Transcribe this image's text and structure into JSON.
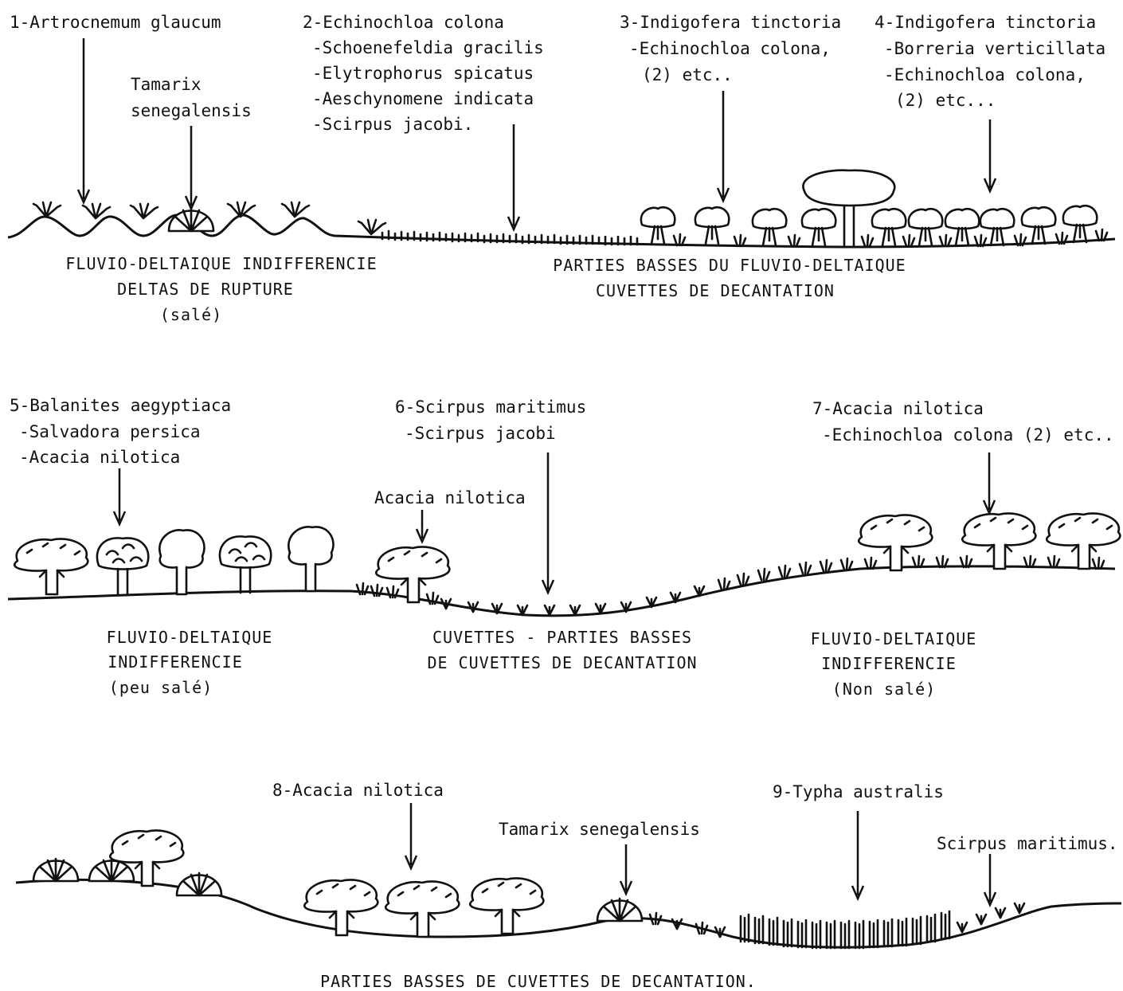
{
  "panel1": {
    "sp1": "1-Artrocnemum glaucum",
    "tamarix_a": "Tamarix",
    "tamarix_b": "senegalensis",
    "sp2": [
      "2-Echinochloa colona",
      "-Schoenefeldia gracilis",
      "-Elytrophorus spicatus",
      "-Aeschynomene indicata",
      "-Scirpus jacobi."
    ],
    "sp3": [
      "3-Indigofera tinctoria",
      "-Echinochloa colona,",
      "(2) etc.."
    ],
    "sp4": [
      "4-Indigofera tinctoria",
      "-Borreria verticillata",
      "-Echinochloa colona,",
      "(2) etc..."
    ],
    "zone_left": [
      "FLUVIO-DELTAIQUE INDIFFERENCIE",
      "DELTAS DE RUPTURE",
      "(salé)"
    ],
    "zone_right": [
      "PARTIES BASSES DU FLUVIO-DELTAIQUE",
      "CUVETTES DE DECANTATION"
    ]
  },
  "panel2": {
    "sp5": [
      "5-Balanites aegyptiaca",
      "-Salvadora persica",
      "-Acacia nilotica"
    ],
    "sp6": [
      "6-Scirpus maritimus",
      "-Scirpus jacobi"
    ],
    "acacia": "Acacia nilotica",
    "sp7": [
      "7-Acacia nilotica",
      "-Echinochloa colona (2) etc.."
    ],
    "zone_left": [
      "FLUVIO-DELTAIQUE",
      "INDIFFERENCIE",
      "(peu salé)"
    ],
    "zone_mid": [
      "CUVETTES - PARTIES BASSES",
      "DE CUVETTES DE DECANTATION"
    ],
    "zone_right": [
      "FLUVIO-DELTAIQUE",
      "INDIFFERENCIE",
      "(Non salé)"
    ]
  },
  "panel3": {
    "sp8": "8-Acacia nilotica",
    "tamarix": "Tamarix senegalensis",
    "sp9": "9-Typha australis",
    "scirpus": "Scirpus maritimus.",
    "zone": "PARTIES BASSES DE CUVETTES DE DECANTATION."
  }
}
